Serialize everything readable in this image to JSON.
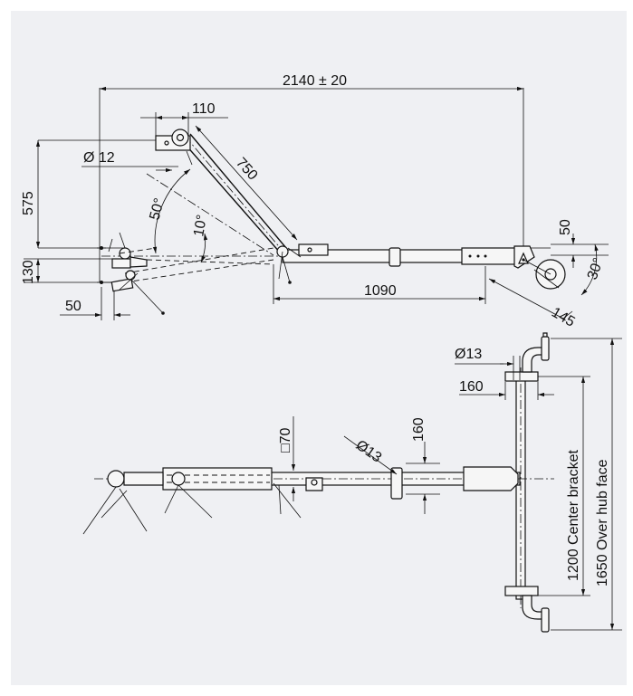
{
  "colors": {
    "background": "#ffffff",
    "panel": "#eff0f3",
    "ink": "#111111"
  },
  "side_view": {
    "overall_length": "2140 ± 20",
    "bracket_width": "110",
    "pin_diameter": "Ø 12",
    "arm_length": "750",
    "height_575": "575",
    "height_130": "130",
    "offset_50": "50",
    "length_1090": "1090",
    "angle_50": "50°",
    "angle_10": "10°",
    "height_50": "50",
    "angle_30": "30°",
    "radius_145": "145"
  },
  "top_view": {
    "hole_diameter_13": "Ø13",
    "width_160_left": "160",
    "tube_square_70": "□70",
    "hole_diameter_13b": "Ø13",
    "width_160": "160",
    "center_bracket": "1200 Center bracket",
    "over_hub_face": "1650 Over hub face"
  }
}
